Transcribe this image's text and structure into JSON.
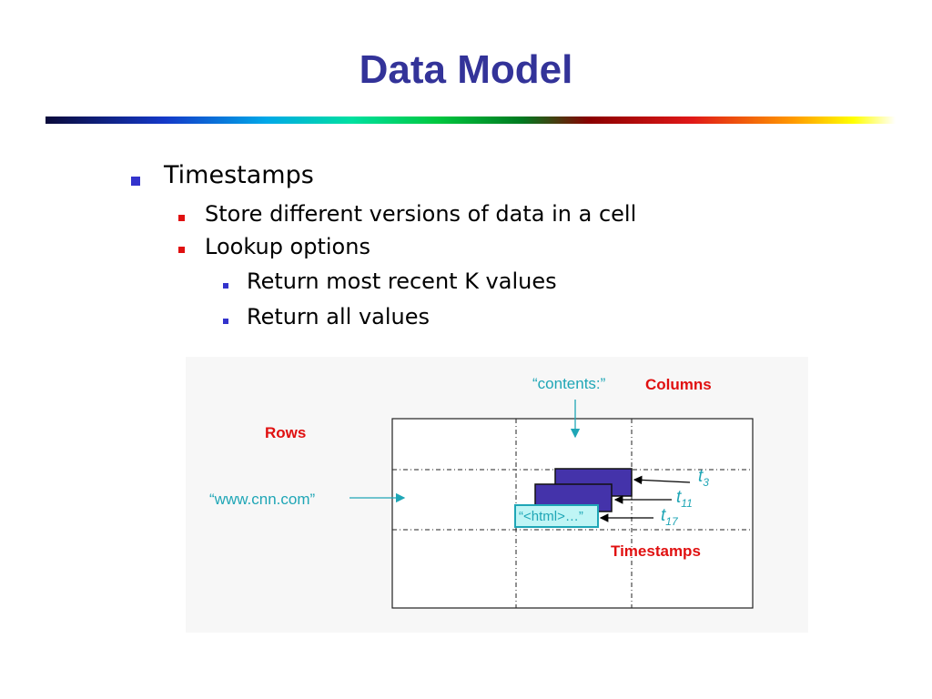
{
  "slide": {
    "title": "Data Model",
    "bullets": {
      "level1": "Timestamps",
      "level2_a": "Store different versions of data in a cell",
      "level2_b": "Lookup options",
      "level3_a": "Return most recent K values",
      "level3_b": "Return all values"
    }
  },
  "figure": {
    "columns_label": "Columns",
    "column_name": "“contents:”",
    "rows_label": "Rows",
    "row_key": "“www.cnn.com”",
    "cell_value": "“<html>…”",
    "timestamps_label": "Timestamps",
    "timestamps": [
      {
        "base": "t",
        "sub": "3"
      },
      {
        "base": "t",
        "sub": "11"
      },
      {
        "base": "t",
        "sub": "17"
      }
    ]
  },
  "colors": {
    "title": "#333399",
    "bullet_blue": "#3333cc",
    "bullet_red": "#e01010",
    "teal": "#1fa6b6",
    "version_fill": "#4433aa",
    "newest_fill": "#bff5f5"
  }
}
